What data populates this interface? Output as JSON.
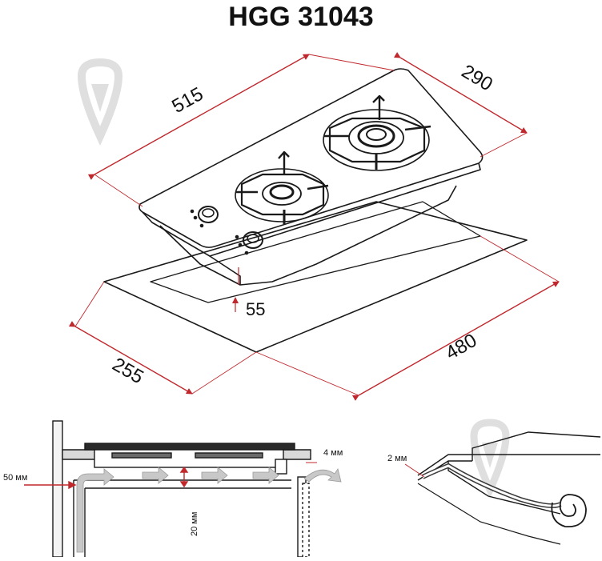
{
  "title": "HGG 31043",
  "dimensions": {
    "width": "515",
    "depth": "290",
    "height_above": "55",
    "cutout_width": "480",
    "cutout_depth": "255"
  },
  "install": {
    "side_gap": "50 мм",
    "top_gap": "4 мм",
    "bottom_gap": "20 мм",
    "seal": "2 мм"
  },
  "colors": {
    "dimension_line": "#c0282d",
    "outline": "#1a1a1a",
    "arrow_fill": "#c8c8c8",
    "watermark": "#d8d8d8"
  }
}
